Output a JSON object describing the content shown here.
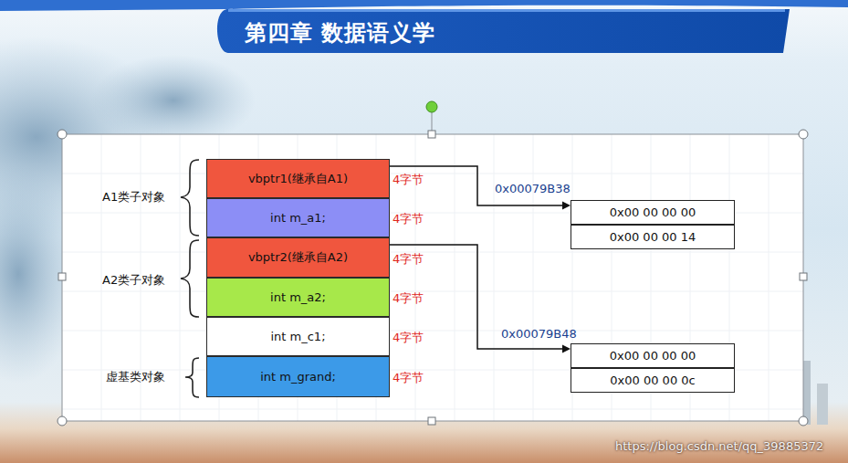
{
  "diagram": {
    "title": "第四章 数据语义学",
    "nodes": [
      {
        "text": [
          "vbptr1(继承自A1)"
        ]
      },
      {
        "text": [
          "int m_a1;"
        ]
      },
      {
        "text": [
          "vbptr2(继承自A2)"
        ]
      },
      {
        "text": [
          "int m_a2;"
        ]
      },
      {
        "text": [
          "int m_c1;"
        ]
      },
      {
        "text": [
          "int m_grand;"
        ]
      },
      {
        "text": [
          "0x00 00 00 00"
        ]
      },
      {
        "text": [
          "0x00 00 00 14"
        ]
      },
      {
        "text": [
          "0x00 00 00 00"
        ]
      },
      {
        "text": [
          "0x00 00 00 0c"
        ]
      }
    ],
    "edges": [
      {
        "from": 0,
        "to": 6,
        "arrow": "to"
      },
      {
        "from": 2,
        "to": 8,
        "arrow": "to"
      }
    ],
    "labels": [
      "A1类子对象",
      "A2类子对象",
      "虚基类对象",
      "4字节",
      "4字节",
      "4字节",
      "4字节",
      "4字节",
      "4字节",
      "0x00079B38",
      "0x00079B48",
      "https://blog.csdn.net/qq_39885372"
    ]
  }
}
